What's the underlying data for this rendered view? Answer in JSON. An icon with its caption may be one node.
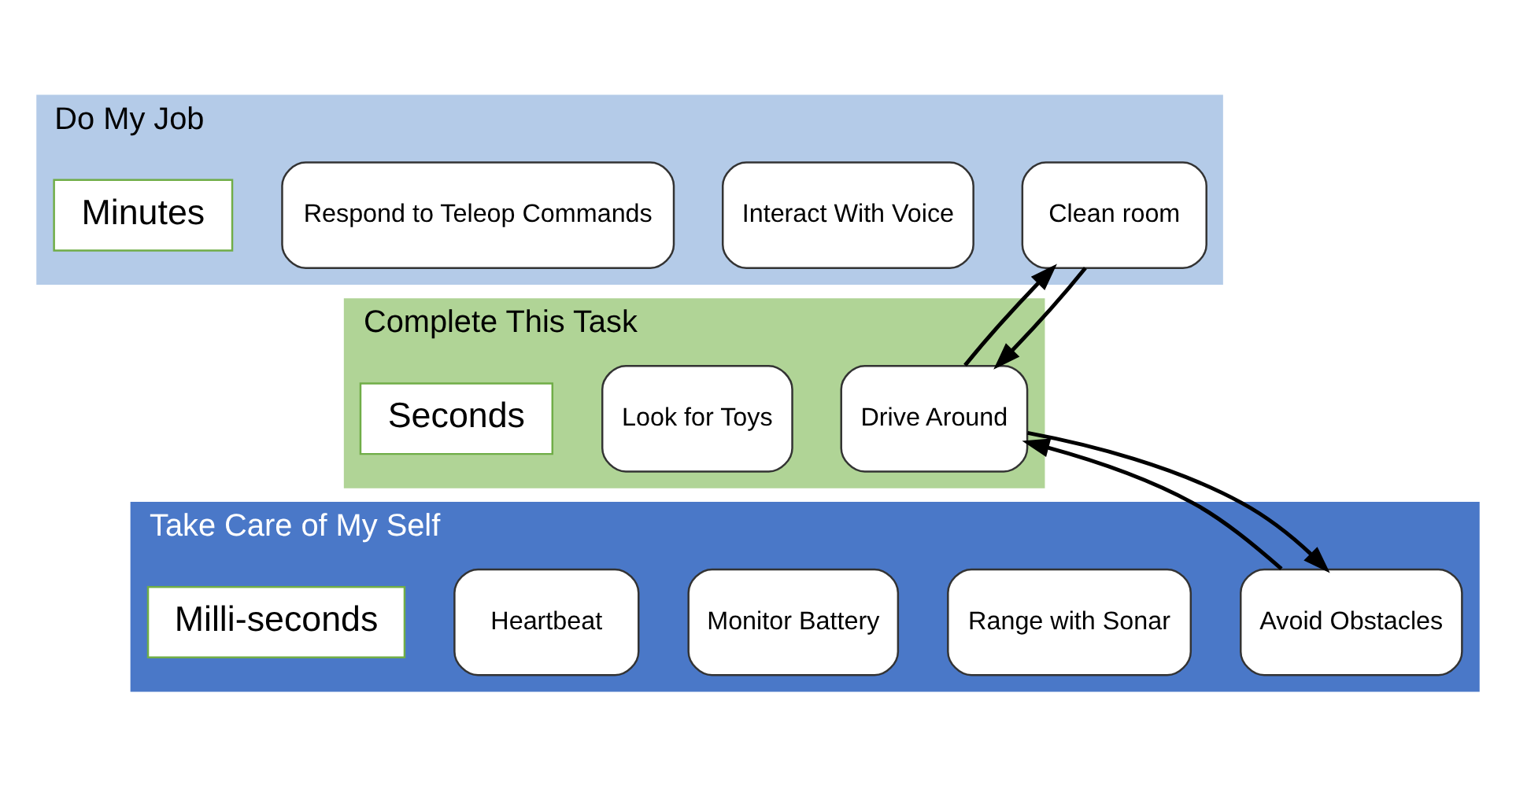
{
  "diagram": {
    "nodes": [
      {
        "text": [
          "Do My Job"
        ]
      },
      {
        "text": [
          "Minutes"
        ],
        "in": 0
      },
      {
        "text": [
          "Respond to Teleop Commands"
        ],
        "in": 0
      },
      {
        "text": [
          "Interact With Voice"
        ],
        "in": 0
      },
      {
        "text": [
          "Clean room"
        ],
        "in": 0
      },
      {
        "text": [
          "Complete This Task"
        ]
      },
      {
        "text": [
          "Seconds"
        ],
        "in": 5
      },
      {
        "text": [
          "Look for Toys"
        ],
        "in": 5
      },
      {
        "text": [
          "Drive Around"
        ],
        "in": 5
      },
      {
        "text": [
          "Take Care of My Self"
        ]
      },
      {
        "text": [
          "Milli-seconds"
        ],
        "in": 9
      },
      {
        "text": [
          "Heartbeat"
        ],
        "in": 9
      },
      {
        "text": [
          "Monitor Battery"
        ],
        "in": 9
      },
      {
        "text": [
          "Range with Sonar"
        ],
        "in": 9
      },
      {
        "text": [
          "Avoid Obstacles"
        ],
        "in": 9
      }
    ],
    "edges": [
      {
        "from": 8,
        "to": 4,
        "arrow": "to"
      },
      {
        "from": 4,
        "to": 8,
        "arrow": "to"
      },
      {
        "from": 14,
        "to": 8,
        "arrow": "to"
      },
      {
        "from": 8,
        "to": 14,
        "arrow": "to"
      }
    ]
  }
}
